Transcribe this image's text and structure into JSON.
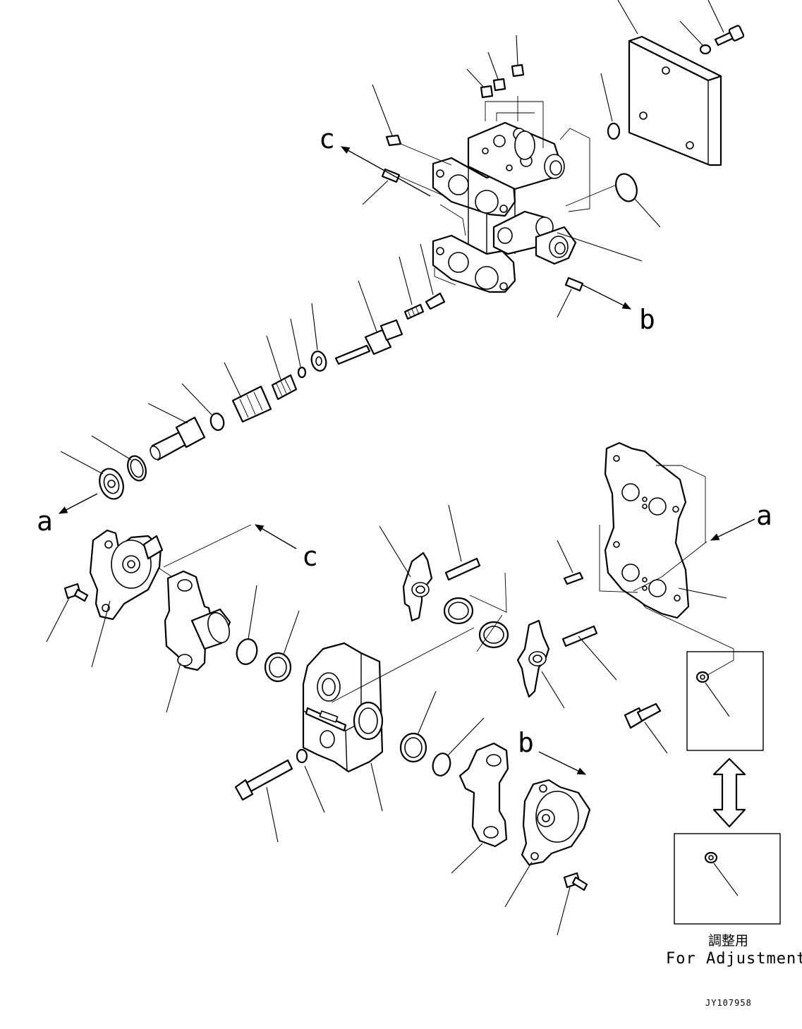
{
  "refs": {
    "a_left": "a",
    "a_right": "a",
    "b_top": "b",
    "b_bottom": "b",
    "c_top": "c",
    "c_mid": "c"
  },
  "caption": {
    "japanese": "調整用",
    "english": "For Adjustment"
  },
  "drawing_code": "JY107958"
}
